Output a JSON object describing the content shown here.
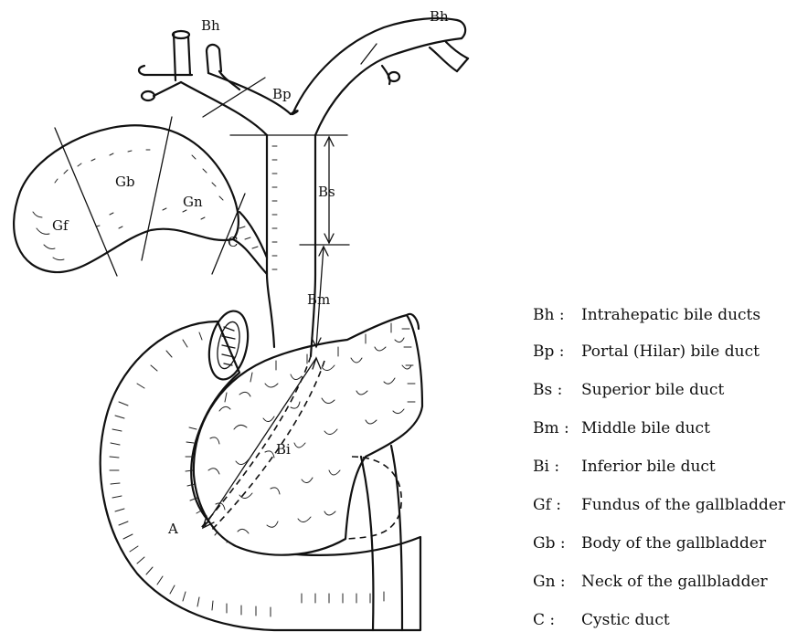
{
  "labels": {
    "bh_left": "Bh",
    "bh_right": "Bh",
    "bp": "Bp",
    "bs": "Bs",
    "bm": "Bm",
    "bi": "Bi",
    "gf": "Gf",
    "gb": "Gb",
    "gn": "Gn",
    "c": "C",
    "a": "A"
  },
  "legend": [
    {
      "abbr": "Bh :",
      "text": "Intrahepatic bile ducts"
    },
    {
      "abbr": "Bp :",
      "text": "Portal (Hilar) bile duct"
    },
    {
      "abbr": "Bs :",
      "text": "Superior bile duct"
    },
    {
      "abbr": "Bm :",
      "text": "Middle bile duct"
    },
    {
      "abbr": "Bi :",
      "text": "Inferior bile duct"
    },
    {
      "abbr": "Gf :",
      "text": "Fundus of the gallbladder"
    },
    {
      "abbr": "Gb :",
      "text": "Body of the gallbladder"
    },
    {
      "abbr": "Gn :",
      "text": "Neck of the gallbladder"
    },
    {
      "abbr": "C :",
      "text": "Cystic duct"
    }
  ]
}
